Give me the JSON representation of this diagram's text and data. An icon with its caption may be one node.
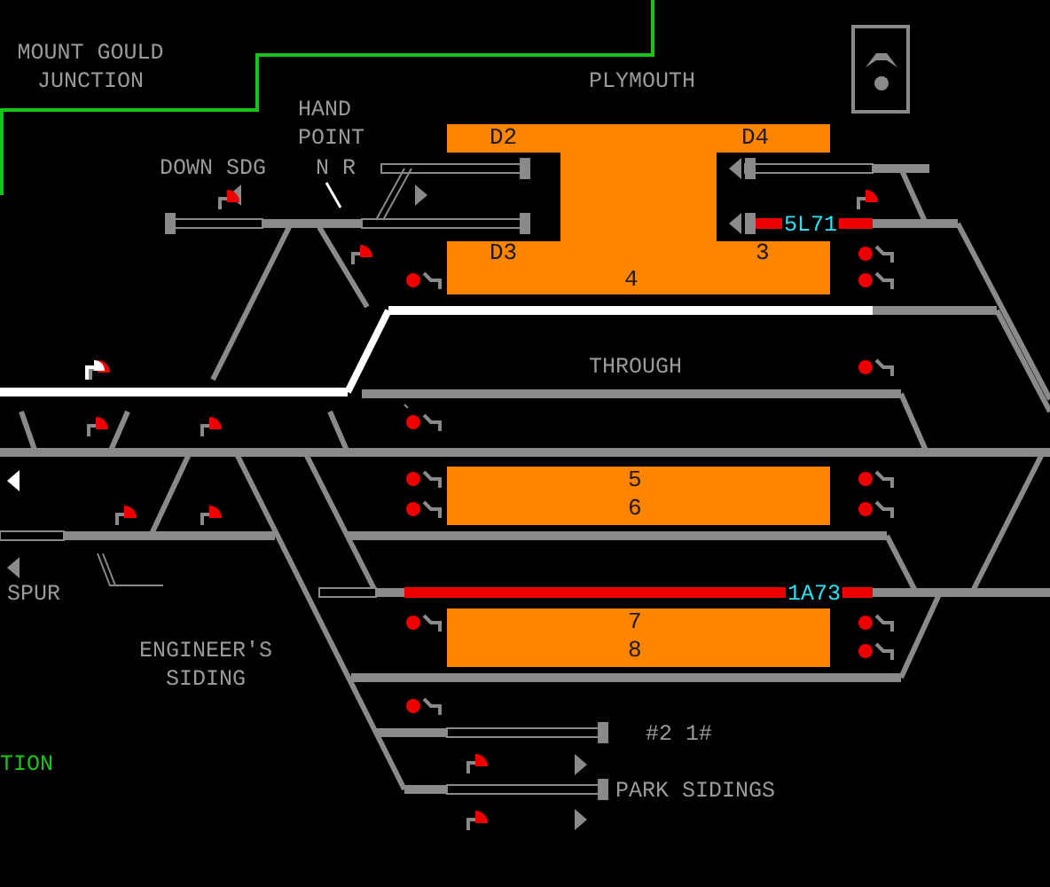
{
  "diagram": {
    "nodes": [
      {
        "text": [
          "D2",
          "D4",
          "D3",
          "3",
          "4"
        ]
      },
      {
        "text": [
          "5",
          "6"
        ]
      },
      {
        "text": [
          "7",
          "8"
        ]
      }
    ],
    "labels": [
      "MOUNT GOULD JUNCTION",
      "HAND POINT",
      "PLYMOUTH",
      "DOWN SDG",
      "N R",
      "5L71",
      "THROUGH",
      "SPUR",
      "1A73",
      "ENGINEER'S SIDING",
      "#2 1#",
      "TION",
      "PARK SIDINGS"
    ]
  }
}
